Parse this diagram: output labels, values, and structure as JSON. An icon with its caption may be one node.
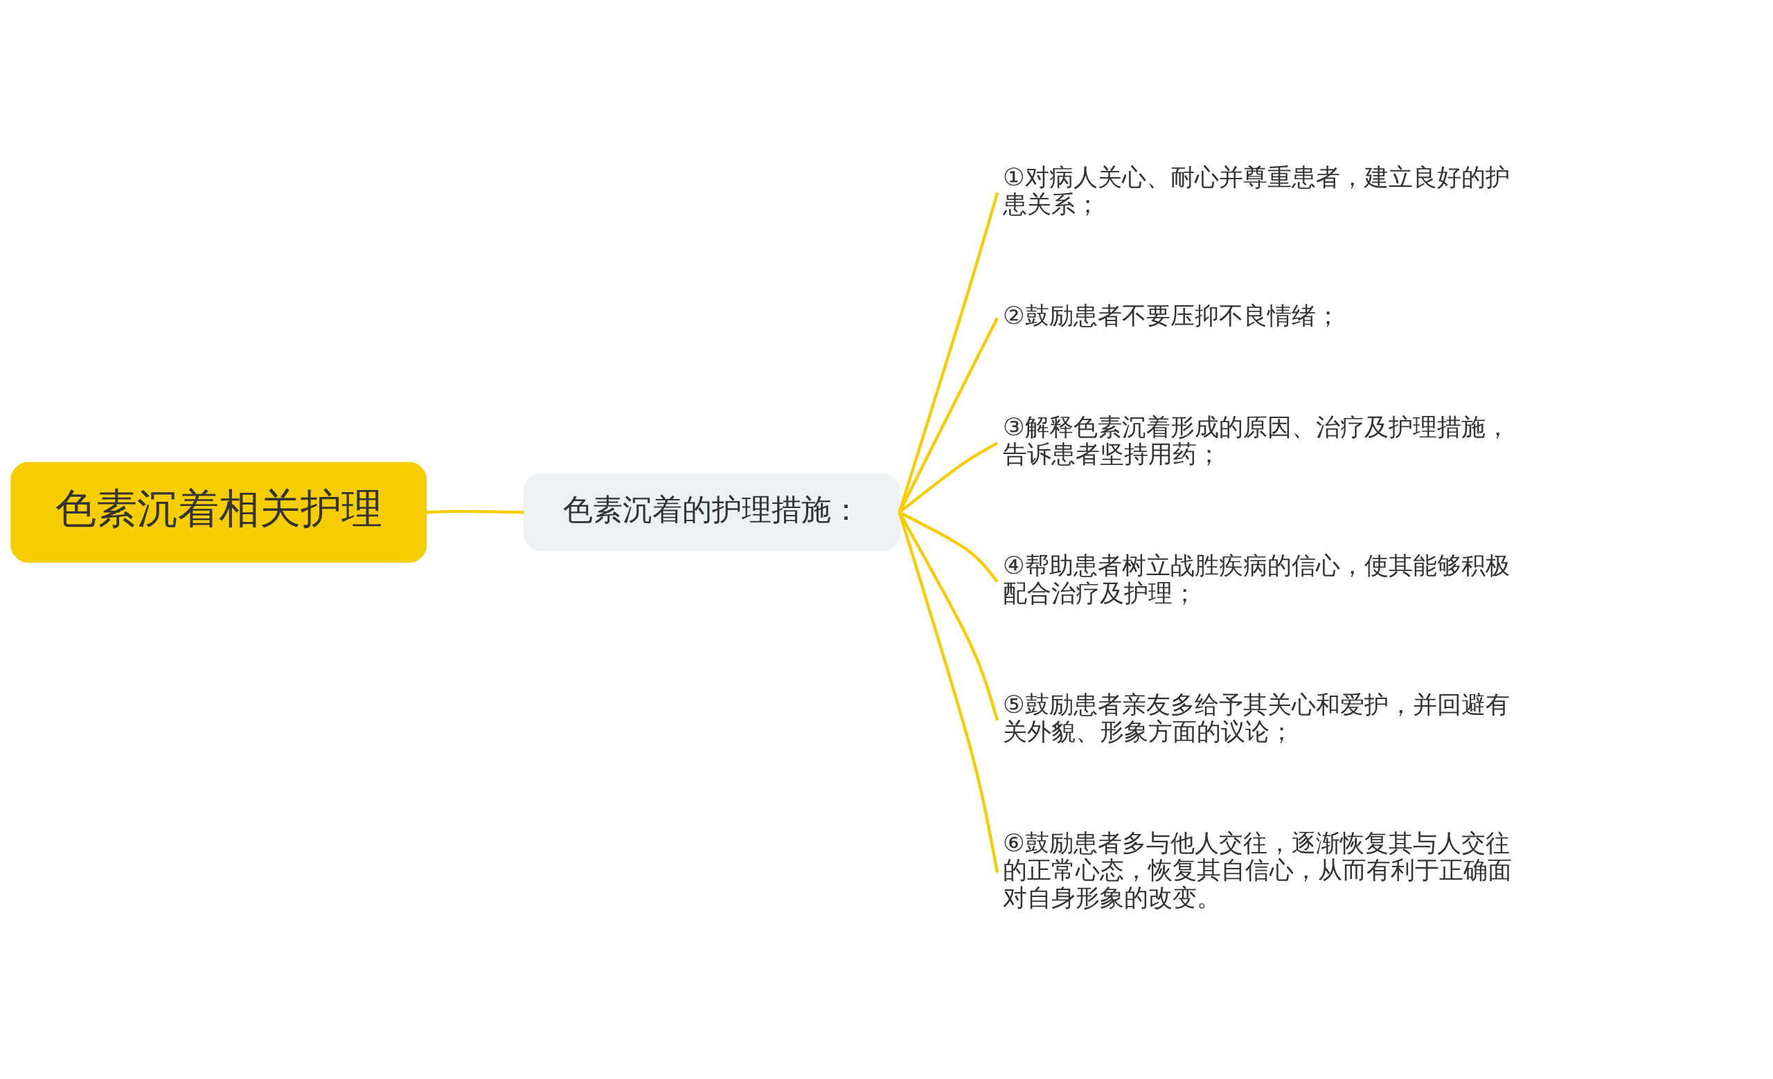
{
  "diagram": {
    "nodes": [
      {
        "text": [
          "色素沉着相关护理"
        ]
      },
      {
        "text": [
          "色素沉着的护理措施："
        ]
      },
      {
        "text": [
          "①对病人关心、耐心并尊重患者，建立良好的护患关系；"
        ]
      },
      {
        "text": [
          "②鼓励患者不要压抑不良情绪；"
        ]
      },
      {
        "text": [
          "③解释色素沉着形成的原因、治疗及护理措施，告诉患者坚持用药；"
        ]
      },
      {
        "text": [
          "④帮助患者树立战胜疾病的信心，使其能够积极配合治疗及护理；"
        ]
      },
      {
        "text": [
          "⑤鼓励患者亲友多给予其关心和爱护，并回避有关外貌、形象方面的议论；"
        ]
      },
      {
        "text": [
          "⑥鼓励患者多与他人交往，逐渐恢复其与人交往的正常心态，恢复其自信心，从而有利于正确面对自身形象的改变。"
        ]
      }
    ],
    "edges": [
      {
        "from": 0,
        "to": 1,
        "arrow": "none"
      },
      {
        "from": 1,
        "to": 2,
        "arrow": "none"
      },
      {
        "from": 1,
        "to": 3,
        "arrow": "none"
      },
      {
        "from": 1,
        "to": 4,
        "arrow": "none"
      },
      {
        "from": 1,
        "to": 5,
        "arrow": "none"
      },
      {
        "from": 1,
        "to": 6,
        "arrow": "none"
      },
      {
        "from": 1,
        "to": 7,
        "arrow": "none"
      }
    ]
  }
}
